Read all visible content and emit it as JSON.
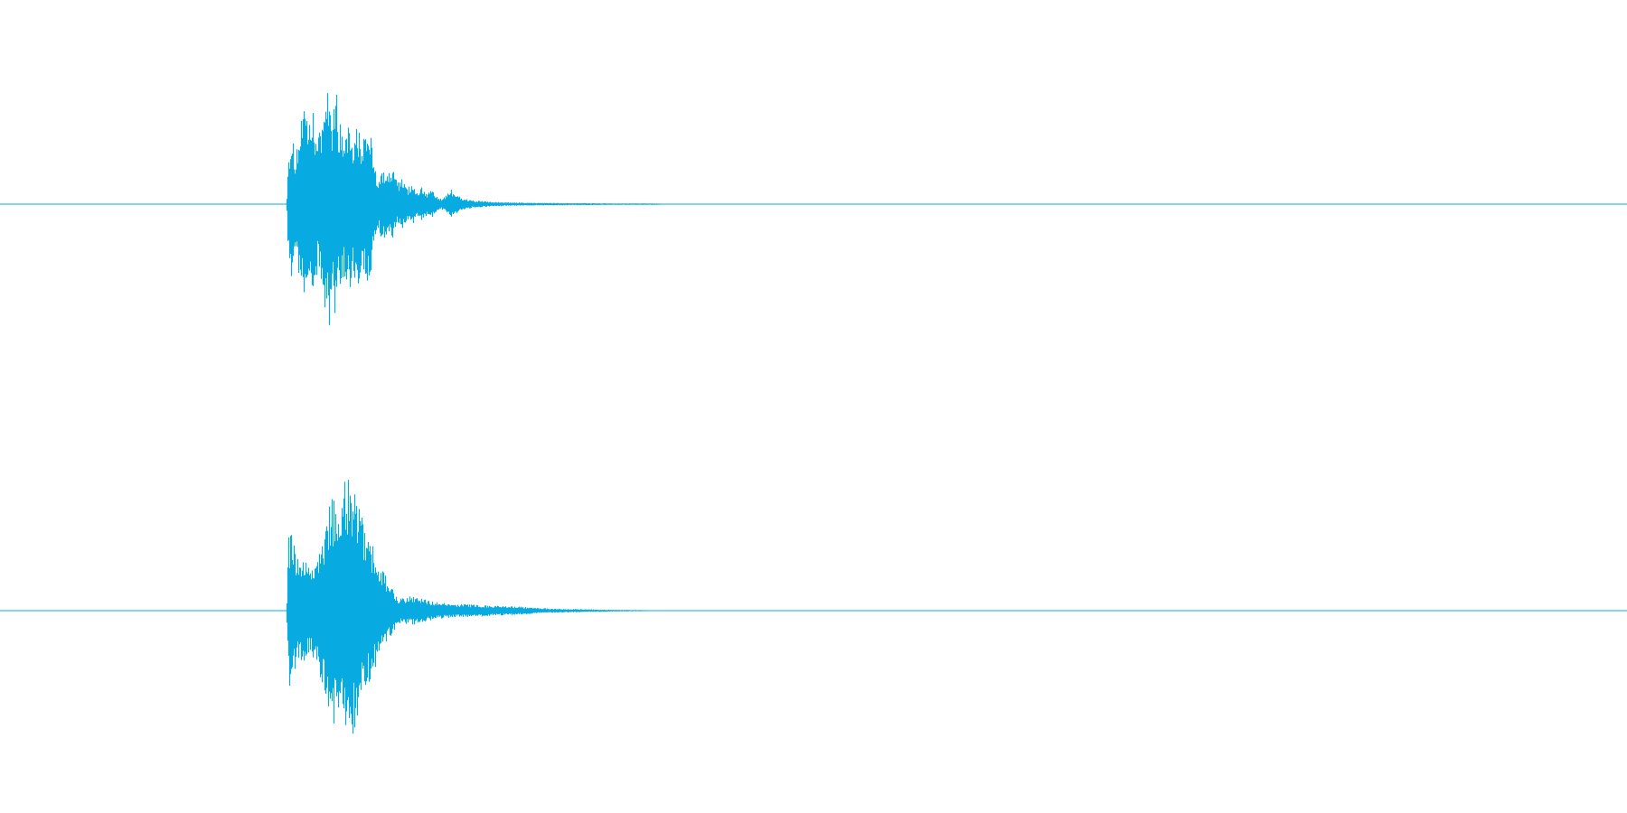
{
  "colors": {
    "background": "#ffffff",
    "waveform": "#07abe2",
    "baseline": "#07abe2"
  },
  "chart_data": {
    "type": "area",
    "x_range": [
      0,
      1
    ],
    "y_range": [
      -1,
      1
    ],
    "grid": false,
    "legend": "none",
    "channels": [
      {
        "envelope": [
          [
            0.176,
            0.03
          ],
          [
            0.177,
            0.42
          ],
          [
            0.179,
            0.58
          ],
          [
            0.181,
            0.38
          ],
          [
            0.184,
            0.6
          ],
          [
            0.186,
            0.78
          ],
          [
            0.189,
            0.62
          ],
          [
            0.192,
            0.74
          ],
          [
            0.195,
            0.52
          ],
          [
            0.198,
            0.68
          ],
          [
            0.2,
            0.93
          ],
          [
            0.202,
            1.0
          ],
          [
            0.204,
            0.72
          ],
          [
            0.206,
            1.0
          ],
          [
            0.208,
            0.66
          ],
          [
            0.211,
            0.58
          ],
          [
            0.214,
            0.7
          ],
          [
            0.217,
            0.56
          ],
          [
            0.22,
            0.62
          ],
          [
            0.223,
            0.52
          ],
          [
            0.226,
            0.66
          ],
          [
            0.228,
            0.62
          ],
          [
            0.229,
            0.32
          ],
          [
            0.232,
            0.2
          ],
          [
            0.235,
            0.3
          ],
          [
            0.238,
            0.24
          ],
          [
            0.241,
            0.28
          ],
          [
            0.244,
            0.17
          ],
          [
            0.247,
            0.21
          ],
          [
            0.25,
            0.12
          ],
          [
            0.253,
            0.17
          ],
          [
            0.256,
            0.1
          ],
          [
            0.259,
            0.14
          ],
          [
            0.262,
            0.09
          ],
          [
            0.265,
            0.11
          ],
          [
            0.268,
            0.06
          ],
          [
            0.271,
            0.04
          ],
          [
            0.274,
            0.07
          ],
          [
            0.277,
            0.12
          ],
          [
            0.28,
            0.08
          ],
          [
            0.284,
            0.045
          ],
          [
            0.29,
            0.03
          ],
          [
            0.3,
            0.02
          ],
          [
            0.31,
            0.014
          ],
          [
            0.33,
            0.01
          ],
          [
            0.36,
            0.008
          ],
          [
            0.38,
            0.006
          ],
          [
            0.4,
            0.006
          ],
          [
            0.41,
            0.003
          ]
        ]
      },
      {
        "envelope": [
          [
            0.176,
            0.04
          ],
          [
            0.177,
            0.55
          ],
          [
            0.179,
            0.58
          ],
          [
            0.181,
            0.48
          ],
          [
            0.184,
            0.35
          ],
          [
            0.187,
            0.42
          ],
          [
            0.19,
            0.3
          ],
          [
            0.193,
            0.38
          ],
          [
            0.196,
            0.5
          ],
          [
            0.199,
            0.58
          ],
          [
            0.202,
            0.78
          ],
          [
            0.205,
            0.86
          ],
          [
            0.208,
            0.8
          ],
          [
            0.211,
            0.96
          ],
          [
            0.214,
            1.0
          ],
          [
            0.217,
            0.9
          ],
          [
            0.22,
            0.78
          ],
          [
            0.223,
            0.66
          ],
          [
            0.226,
            0.56
          ],
          [
            0.229,
            0.48
          ],
          [
            0.232,
            0.36
          ],
          [
            0.235,
            0.3
          ],
          [
            0.238,
            0.24
          ],
          [
            0.241,
            0.18
          ],
          [
            0.244,
            0.1
          ],
          [
            0.247,
            0.09
          ],
          [
            0.25,
            0.1
          ],
          [
            0.253,
            0.11
          ],
          [
            0.256,
            0.1
          ],
          [
            0.26,
            0.09
          ],
          [
            0.265,
            0.07
          ],
          [
            0.27,
            0.06
          ],
          [
            0.28,
            0.05
          ],
          [
            0.29,
            0.045
          ],
          [
            0.3,
            0.04
          ],
          [
            0.31,
            0.035
          ],
          [
            0.32,
            0.03
          ],
          [
            0.33,
            0.02
          ],
          [
            0.34,
            0.015
          ],
          [
            0.36,
            0.01
          ],
          [
            0.38,
            0.006
          ],
          [
            0.405,
            0.003
          ]
        ]
      }
    ]
  }
}
